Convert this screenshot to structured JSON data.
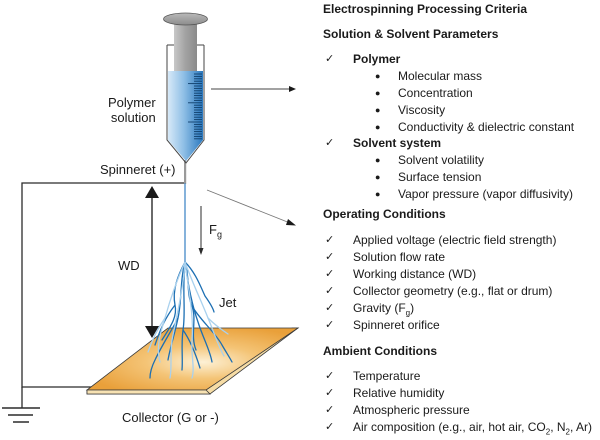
{
  "diagram": {
    "labels": {
      "polymer_solution_line1": "Polymer",
      "polymer_solution_line2": "solution",
      "spinneret": "Spinneret (+)",
      "wd": "WD",
      "fg_main": "F",
      "fg_sub": "g",
      "jet": "Jet",
      "collector": "Collector (G or -)"
    },
    "colors": {
      "liquid_light": "#cfe4f7",
      "liquid_dark": "#2f7fc4",
      "plunger": "#a9a9a9",
      "collector_fill": "#eaa540",
      "collector_center": "#fbe9c6",
      "collector_edge": "#f6dca5",
      "fiber_dark": "#1c6fb3",
      "fiber_light": "#a9d1ee",
      "line": "#2b2b2b"
    }
  },
  "criteria": {
    "title": "Electrospinning Processing Criteria",
    "sections": [
      {
        "heading": "Solution & Solvent Parameters",
        "groups": [
          {
            "label": "Polymer",
            "items": [
              "Molecular mass",
              "Concentration",
              "Viscosity",
              "Conductivity & dielectric constant"
            ]
          },
          {
            "label": "Solvent system",
            "items": [
              "Solvent volatility",
              "Surface tension",
              "Vapor pressure (vapor diffusivity)"
            ]
          }
        ]
      },
      {
        "heading": "Operating Conditions",
        "items": [
          "Applied voltage (electric field strength)",
          "Solution flow rate",
          "Working distance (WD)",
          "Collector geometry (e.g., flat or drum)",
          "Gravity (F",
          "Spinneret orifice"
        ],
        "gravity_sub": "g",
        "gravity_close": ")"
      },
      {
        "heading": "Ambient Conditions",
        "items": [
          "Temperature",
          "Relative humidity",
          "Atmospheric pressure"
        ],
        "air": {
          "prefix": "Air composition (e.g., air, hot air, CO",
          "sub1": "2",
          "mid": ", N",
          "sub2": "2",
          "suffix": ", Ar)"
        }
      }
    ],
    "check_glyph": "✓",
    "bullet_glyph": "●"
  }
}
